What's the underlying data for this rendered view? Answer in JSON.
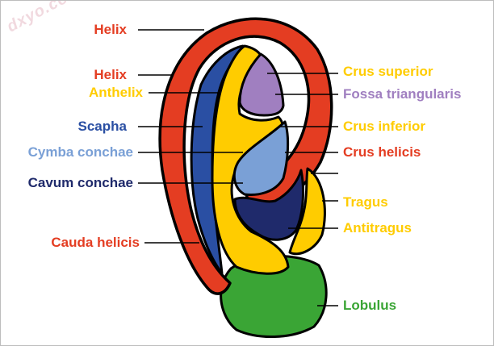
{
  "watermark": "dxyo.com",
  "colors": {
    "helix": "#e43d22",
    "anthelix": "#ffcc00",
    "scapha": "#2a4fa3",
    "cymba": "#7aa0d6",
    "cavum": "#1f2a6b",
    "fossa": "#a07fc0",
    "lobulus": "#3aa535",
    "outline": "#000000",
    "leader": "#000000"
  },
  "labels": {
    "helix_top": "Helix",
    "helix_mid": "Helix",
    "anthelix": "Anthelix",
    "scapha": "Scapha",
    "cymba_conchae": "Cymba conchae",
    "cavum_conchae": "Cavum conchae",
    "cauda_helicis": "Cauda helicis",
    "crus_superior": "Crus superior",
    "fossa_triangularis": "Fossa triangularis",
    "crus_inferior": "Crus inferior",
    "crus_helicis": "Crus helicis",
    "tragus": "Tragus",
    "antitragus": "Antitragus",
    "lobulus": "Lobulus"
  }
}
